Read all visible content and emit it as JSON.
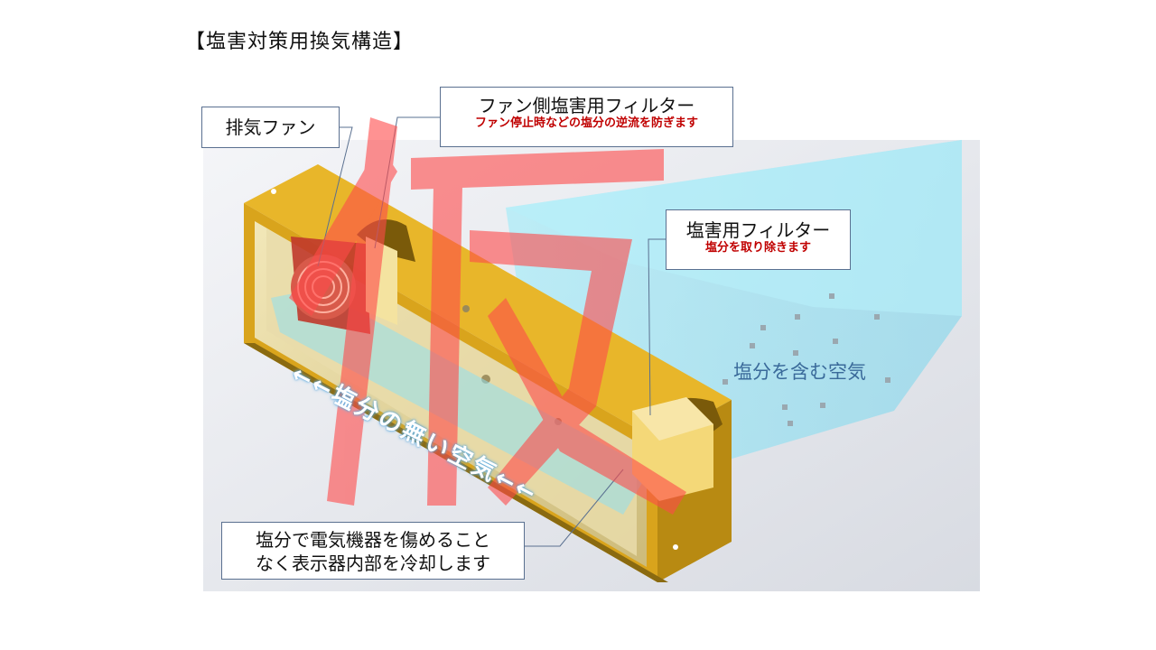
{
  "title": "【塩害対策用換気構造】",
  "callouts": {
    "fan": {
      "main": "排気ファン"
    },
    "fan_filter": {
      "main": "ファン側塩害用フィルター",
      "sub": "ファン停止時などの塩分の逆流を防ぎます"
    },
    "salt_filter": {
      "main": "塩害用フィルター",
      "sub": "塩分を取り除きます"
    },
    "cooling": {
      "line1": "塩分で電気機器を傷めること",
      "line2": "なく表示器内部を冷却します"
    }
  },
  "air_label": "塩分を含む空気",
  "flow_label": "←←塩分の無い空気←←",
  "watermark": "仮",
  "colors": {
    "housing": "#e2b020",
    "housing_dark": "#8a6a10",
    "air": "#8fe0f0",
    "callout_border": "#5a7090",
    "accent_red": "#c00000",
    "watermark": "#ff5a5a"
  }
}
